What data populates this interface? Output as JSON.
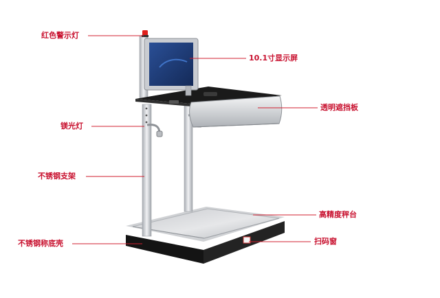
{
  "colors": {
    "label_text": "#c8102e",
    "leader_line": "#d21f2f",
    "steel": "#c9ccd1",
    "steel_dark": "#9a9ea4",
    "base_black": "#141414",
    "plate": "#d7d9dc",
    "screen": "#1f3d7a",
    "warning_light": "#e0201c"
  },
  "labels": {
    "warning_light": "红色警示灯",
    "display": "10.1寸显示屏",
    "shield": "透明遮挡板",
    "lamp": "镁光灯",
    "frame": "不锈钢支架",
    "platform": "高精度秤台",
    "shell": "不锈钢称底壳",
    "scan_window": "扫码窗"
  }
}
